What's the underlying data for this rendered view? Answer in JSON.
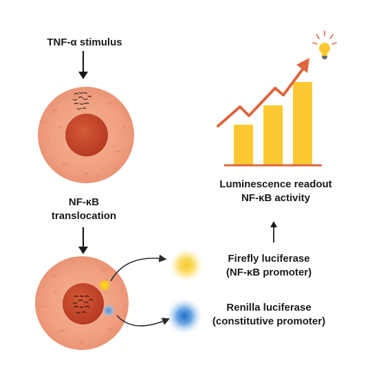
{
  "labels": {
    "stimulus": "TNF-α stimulus",
    "translocation": [
      "NF-κB",
      "translocation"
    ],
    "readout": [
      "Luminescence readout",
      "NF-κB activity"
    ],
    "firefly": [
      "Firefly luciferase",
      "(NF-κB promoter)"
    ],
    "renilla": [
      "Renilla luciferase",
      "(constitutive promoter)"
    ]
  },
  "icons": {
    "cell_top": "cell-icon",
    "cell_bottom": "cell-icon",
    "chart": "bar-chart-icon",
    "bulb": "lightbulb-icon"
  },
  "colors": {
    "cell": "#f0a080",
    "nucleus": "#c8462a",
    "bars": "#fcc932",
    "trend_arrow": "#e0643c",
    "firefly_glow": "#f9d23a",
    "renilla_glow": "#2f7fd1"
  }
}
